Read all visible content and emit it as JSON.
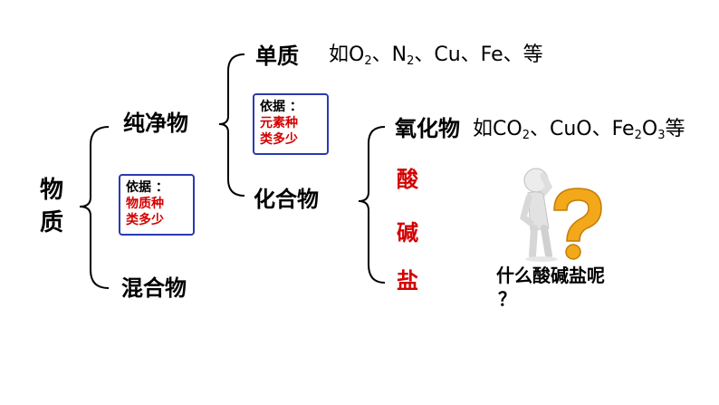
{
  "root": {
    "line1": "物",
    "line2": "质"
  },
  "pure": "纯净物",
  "mixture": "混合物",
  "element": "单质",
  "compound": "化合物",
  "element_examples": {
    "p1": "如O",
    "s1": "2",
    "p2": "、N",
    "s2": "2",
    "p3": "、Cu、Fe、等"
  },
  "oxide": "氧化物",
  "oxide_examples": {
    "p1": "如CO",
    "s1": "2",
    "p2": "、CuO、Fe",
    "s2": "2",
    "p3": "O",
    "s3": "3",
    "p4": "等"
  },
  "acid": "酸",
  "base": "碱",
  "salt": "盐",
  "basis_left": {
    "label": "依据 ：",
    "line1": "物质种",
    "line2": "类多少"
  },
  "basis_right": {
    "label": "依据 ：",
    "line1": "元素种",
    "line2": "类多少"
  },
  "question": {
    "line1": "什么酸碱盐呢",
    "line2": "？"
  },
  "colors": {
    "accent_red": "#d40000",
    "box_border": "#2a3ab0",
    "question_mark": "#f2a81a"
  },
  "icons": [
    "thinking-person-icon",
    "question-mark-icon"
  ]
}
